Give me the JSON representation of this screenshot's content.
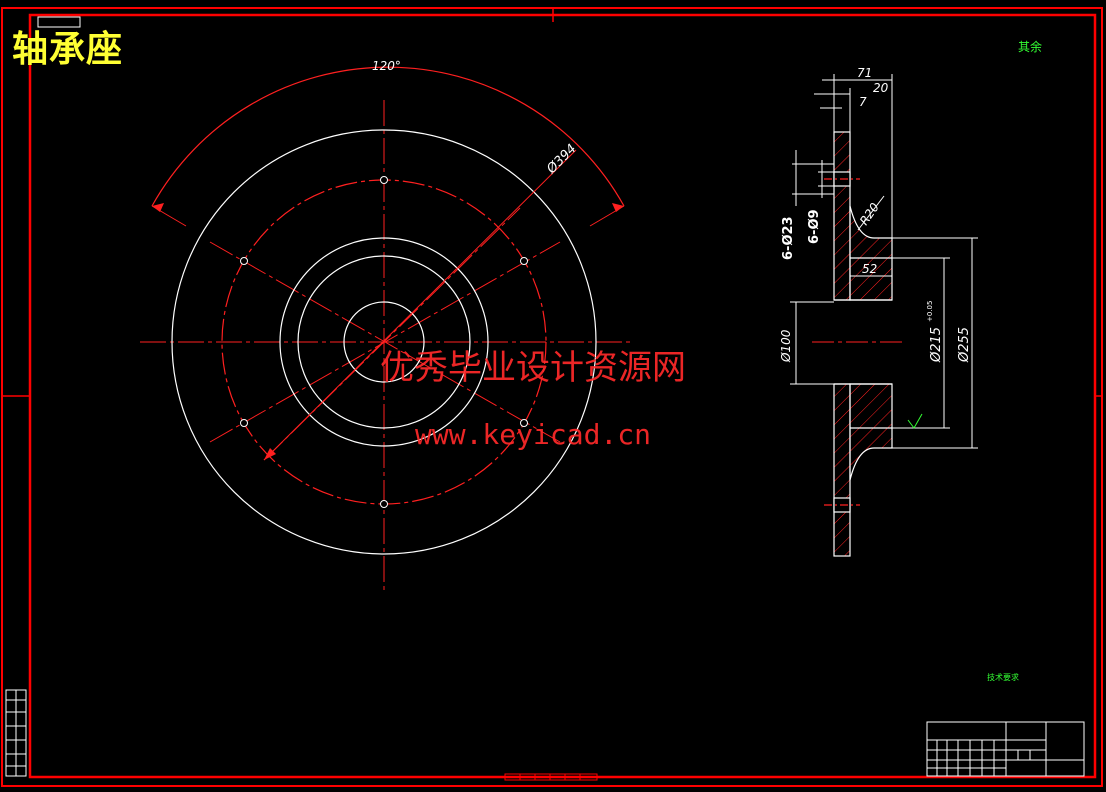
{
  "drawing": {
    "title": "轴承座",
    "watermark_cn": "优秀毕业设计资源网",
    "watermark_url": "www.keyicad.cn",
    "roughness_note": "其余",
    "tech_heading": "技术要求",
    "dims": {
      "angle": "120°",
      "bolt_circle": "Ø394",
      "w71": "71",
      "w20": "20",
      "w7": "7",
      "holes_big": "6-Ø23",
      "holes_small": "6-Ø9",
      "radius": "R20",
      "w52": "52",
      "d100": "Ø100",
      "d215": "Ø215",
      "d215_tol": "+0.05",
      "d255": "Ø255"
    }
  },
  "colors": {
    "frame": "#ff0000",
    "geometry": "#ffffff",
    "centerline": "#ff2020",
    "dimension": "#ffffff",
    "title": "#ffff33",
    "notes": "#33ff33"
  }
}
